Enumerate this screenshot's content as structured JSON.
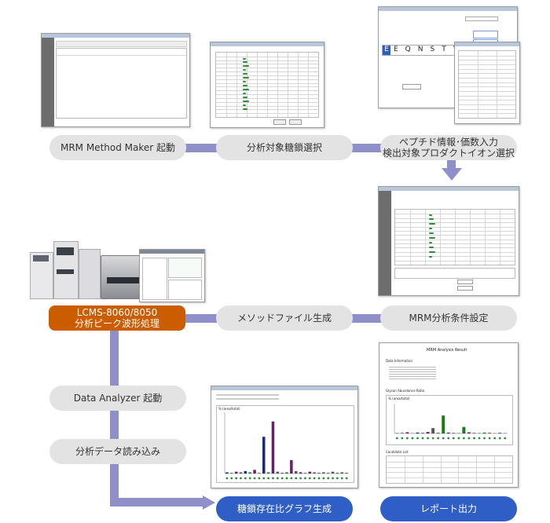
{
  "steps": {
    "s1": "MRM Method Maker 起動",
    "s2": "分析対象糖鎖選択",
    "s3_line1": "ペプチド情報･価数入力",
    "s3_line2": "検出対象プロダクトイオン選択",
    "s4": "MRM分析条件設定",
    "s5": "メソッドファイル生成",
    "s6_line1": "LCMS-8060/8050",
    "s6_line2": "分析ピーク波形処理",
    "s7": "Data Analyzer 起動",
    "s8": "分析データ読み込み",
    "s9": "糖鎖存在比グラフ生成",
    "s10": "レポート出力"
  },
  "colors": {
    "step_grey": "#e3e3e3",
    "step_orange": "#cc5c00",
    "step_blue": "#2f5fc6",
    "connector": "#8f8fc9",
    "chart_bar_green": "#1a7a1a",
    "chart_bar_purple": "#6b1e6b",
    "chart_bar_navy": "#1d2a7a"
  },
  "report": {
    "title": "MRM Analysis Result",
    "section1": "Data Information",
    "section2": "Glycan Abundance Ratio",
    "section3": "Candidate List",
    "axis_label": "% (area/total)"
  },
  "graph_window": {
    "axis_label": "% (area/total)",
    "bar_values": [
      2,
      1,
      3,
      2,
      4,
      2,
      6,
      1,
      60,
      2,
      85,
      3,
      1,
      2,
      22,
      4,
      2,
      1,
      3,
      2,
      1,
      2,
      1,
      3,
      1,
      2,
      1
    ]
  },
  "report_chart": {
    "bar_values": [
      1,
      2,
      4,
      1,
      3,
      2,
      5,
      18,
      2,
      60,
      3,
      2,
      1,
      22,
      4,
      2,
      1,
      3,
      2,
      1,
      2,
      1
    ]
  },
  "icons": [
    "arrow-right",
    "arrow-down",
    "instrument-photo",
    "software-screenshot"
  ]
}
